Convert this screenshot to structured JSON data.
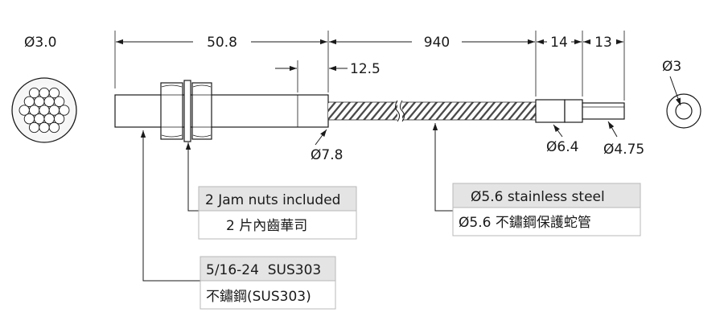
{
  "dimensions": {
    "end_view_left": "Ø3.0",
    "body_length": "50.8",
    "hose_length": "940",
    "tip_segment_1": "14",
    "tip_segment_2": "13",
    "end_view_right": "Ø3",
    "threaded_offset": "12.5",
    "body_diameter": "Ø7.8",
    "ferrule_diameter": "Ø6.4",
    "tip_diameter": "Ø4.75"
  },
  "callouts": {
    "nuts": {
      "line1": "2 Jam nuts included",
      "line2": "2 片內齒華司"
    },
    "thread": {
      "line1": "5/16-24  SUS303",
      "line2": "不鏽鋼(SUS303)"
    },
    "sheath": {
      "line1": "Ø5.6 stainless steel",
      "line2": "Ø5.6 不鏽鋼保護蛇管"
    }
  },
  "colors": {
    "line": "#1a1a1a",
    "callout_header": "#e4e4e4",
    "callout_border": "#b8b8b8",
    "body_fill": "#ffffff"
  }
}
